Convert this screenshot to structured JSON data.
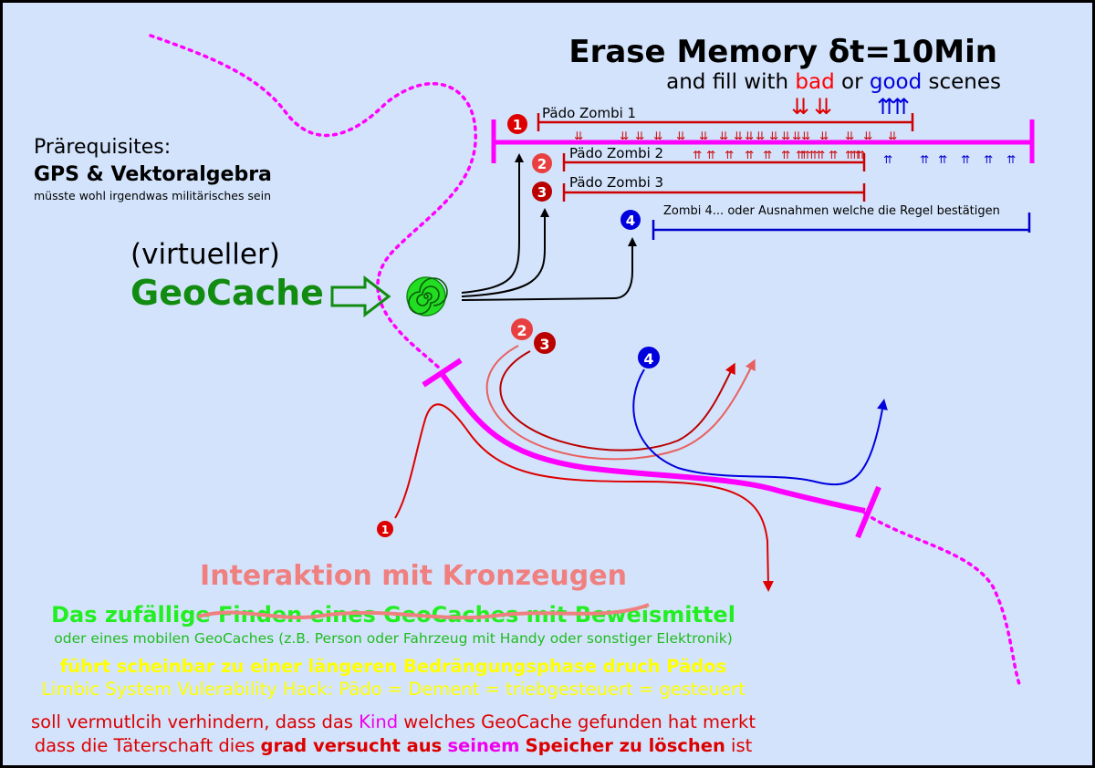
{
  "title": "Erase Memory δt=10Min",
  "subtitle": {
    "prefix": "and fill with ",
    "bad": "bad",
    "middle": " or ",
    "good": "good",
    "suffix": " scenes"
  },
  "prerequisites": {
    "label": "Prärequisites:",
    "main": "GPS & Vektoralgebra",
    "note": "müsste wohl irgendwas militärisches sein"
  },
  "geocache": {
    "virtual": "(virtueller)",
    "label": "GeoCache"
  },
  "timelines": [
    {
      "number": "1",
      "label": "Pädo Zombi 1"
    },
    {
      "number": "2",
      "label": "Pädo Zombi 2"
    },
    {
      "number": "3",
      "label": "Pädo Zombi 3"
    },
    {
      "number": "4",
      "label": "Zombi 4... oder Ausnahmen welche die Regel bestätigen"
    }
  ],
  "down_arrow_glyph": "⇊",
  "up_arrow_glyph": "⇈",
  "interaction": "Interaktion mit Kronzeugen",
  "bottom_text": {
    "line1": "Das zufällige Finden eines GeoCaches mit Beweismittel",
    "line2": "oder eines mobilen GeoCaches (z.B. Person oder Fahrzeug mit Handy oder sonstiger Elektronik)",
    "line3": "führt scheinbar zu einer längeren Bedrängungsphase druch Pädos",
    "line4": "Limbic System Vulerability Hack: Pädo = Dement = triebgesteuert = gesteuert",
    "line5_a": "soll vermutlcih verhindern, dass das ",
    "line5_kind": "Kind",
    "line5_b": " welches GeoCache gefunden hat merkt",
    "line6_a": "dass die Täterschaft dies ",
    "line6_b": "grad versucht aus",
    "line6_c": " ",
    "line6_d": "seinem",
    "line6_e": " ",
    "line6_f": "Speicher zu löschen",
    "line6_g": " ist"
  },
  "colors": {
    "background": "#d3e3fb",
    "magenta": "#ff00ff",
    "red": "#dd0000",
    "blue": "#0000dd",
    "green": "#118c11",
    "salmon": "#f08080"
  }
}
